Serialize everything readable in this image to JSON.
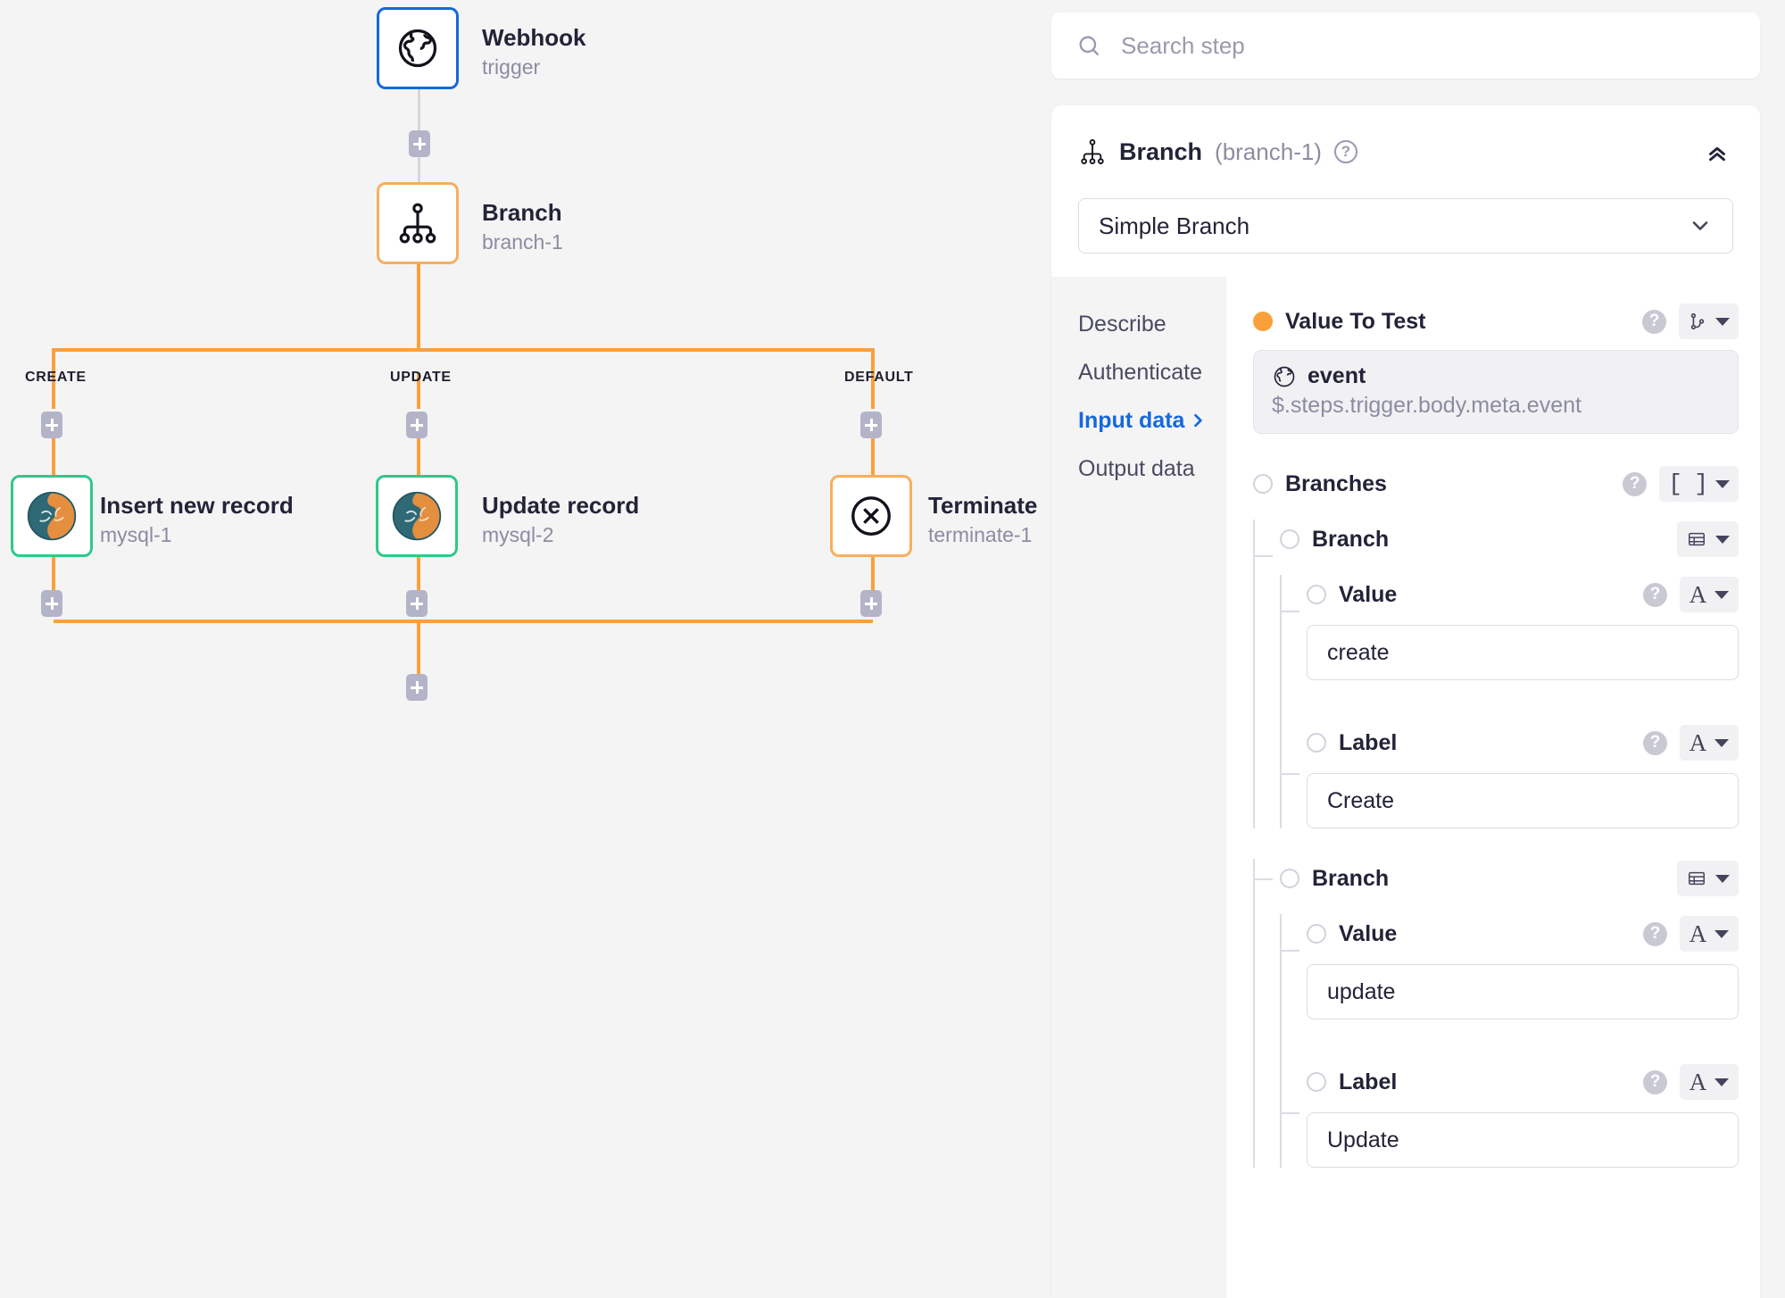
{
  "canvas": {
    "nodes": [
      {
        "title": "Webhook",
        "sub": "trigger",
        "icon": "globe-icon",
        "accent": "blue"
      },
      {
        "title": "Branch",
        "sub": "branch-1",
        "icon": "branch-icon",
        "accent": "orange"
      },
      {
        "title": "Insert new record",
        "sub": "mysql-1",
        "icon": "mysql-icon",
        "accent": "green"
      },
      {
        "title": "Update record",
        "sub": "mysql-2",
        "icon": "mysql-icon",
        "accent": "green"
      },
      {
        "title": "Terminate",
        "sub": "terminate-1",
        "icon": "circle-x-icon",
        "accent": "orange"
      }
    ],
    "branch_tags": [
      "CREATE",
      "UPDATE",
      "DEFAULT"
    ],
    "edge_color": "#f9a03c",
    "add_step_label": "+"
  },
  "search": {
    "placeholder": "Search step",
    "icon": "search-icon"
  },
  "panel": {
    "icon": "branch-icon",
    "title": "Branch",
    "id": "(branch-1)",
    "help_icon": "help-icon",
    "collapse_icon": "chevron-double-up-icon",
    "select_value": "Simple Branch",
    "nav": [
      {
        "label": "Describe",
        "active": false
      },
      {
        "label": "Authenticate",
        "active": false
      },
      {
        "label": "Input data",
        "active": true
      },
      {
        "label": "Output data",
        "active": false
      }
    ],
    "value_to_test": {
      "label": "Value To Test",
      "type_glyph": "git-branch",
      "expr_icon": "globe-icon",
      "expr_name": "event",
      "expr_path": "$.steps.trigger.body.meta.event"
    },
    "branches": {
      "label": "Branches",
      "type_glyph": "[ ]",
      "items": [
        {
          "label": "Branch",
          "type_glyph": "table",
          "fields": [
            {
              "label": "Value",
              "type_glyph": "A",
              "value": "create"
            },
            {
              "label": "Label",
              "type_glyph": "A",
              "value": "Create"
            }
          ]
        },
        {
          "label": "Branch",
          "type_glyph": "table",
          "fields": [
            {
              "label": "Value",
              "type_glyph": "A",
              "value": "update"
            },
            {
              "label": "Label",
              "type_glyph": "A",
              "value": "Update"
            }
          ]
        }
      ]
    }
  },
  "colors": {
    "accent_orange": "#f9a03c",
    "accent_blue": "#1668dc",
    "accent_green": "#2ec98a",
    "text_dark": "#232338",
    "text_muted": "#8c8ca1"
  }
}
